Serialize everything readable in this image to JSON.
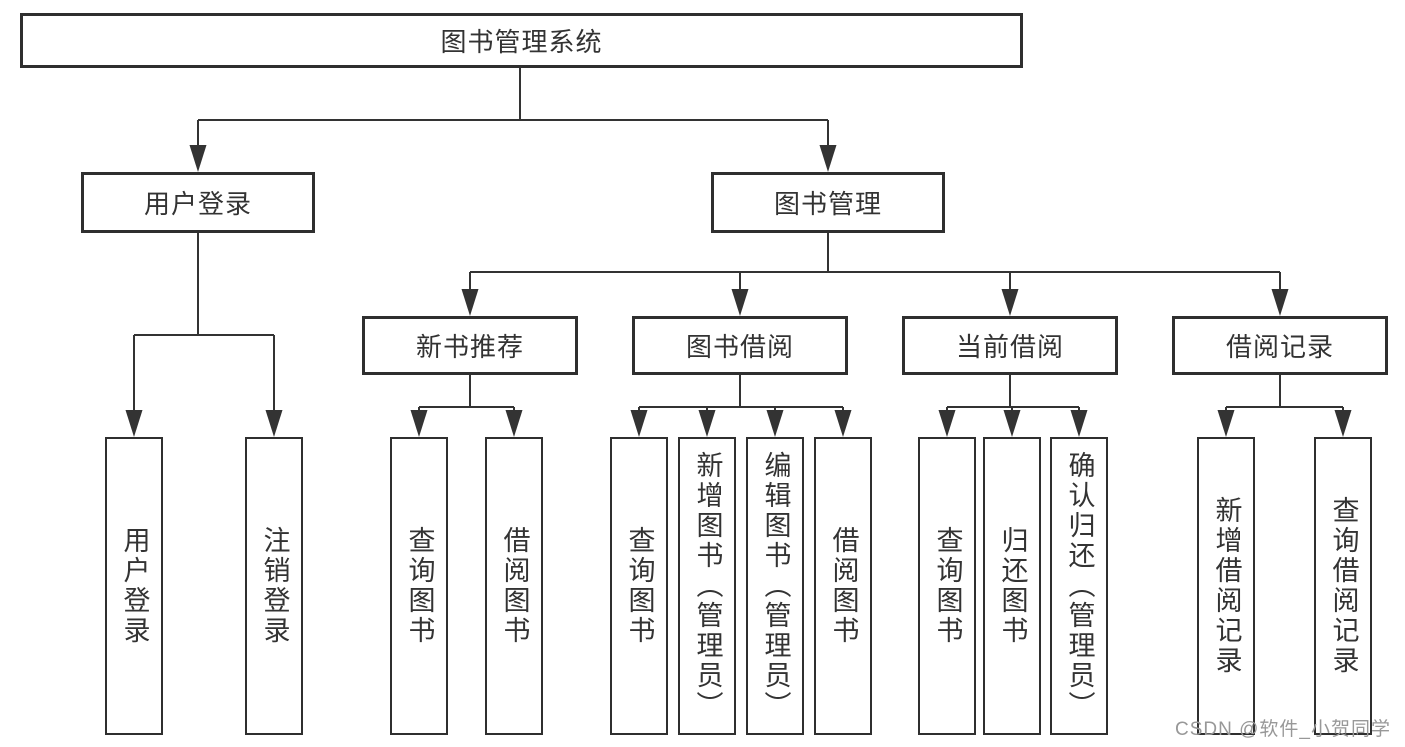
{
  "nodes": {
    "root": {
      "label": "图书管理系统"
    },
    "user_login": {
      "label": "用户登录"
    },
    "book_management": {
      "label": "图书管理"
    },
    "new_book_recommend": {
      "label": "新书推荐"
    },
    "book_borrowing": {
      "label": "图书借阅"
    },
    "current_borrowing": {
      "label": "当前借阅"
    },
    "borrowing_records": {
      "label": "借阅记录"
    },
    "login": {
      "label": "用户登录"
    },
    "logout": {
      "label": "注销登录"
    },
    "nbr_query_books": {
      "label": "查询图书"
    },
    "nbr_borrow_books": {
      "label": "借阅图书"
    },
    "bb_query_books": {
      "label": "查询图书"
    },
    "bb_add_books": {
      "label": "新增图书（管理员）"
    },
    "bb_edit_books": {
      "label": "编辑图书（管理员）"
    },
    "bb_borrow_books": {
      "label": "借阅图书"
    },
    "cb_query_books": {
      "label": "查询图书"
    },
    "cb_return_books": {
      "label": "归还图书"
    },
    "cb_confirm_return": {
      "label": "确认归还（管理员）"
    },
    "br_add_record": {
      "label": "新增借阅记录"
    },
    "br_query_record": {
      "label": "查询借阅记录"
    }
  },
  "watermark": {
    "text": "CSDN @软件_小贺同学"
  },
  "colors": {
    "background": "#ffffff",
    "line": "#333333",
    "box_border": "#2f2f2f",
    "text": "#333333",
    "watermark_text": "#989898"
  }
}
